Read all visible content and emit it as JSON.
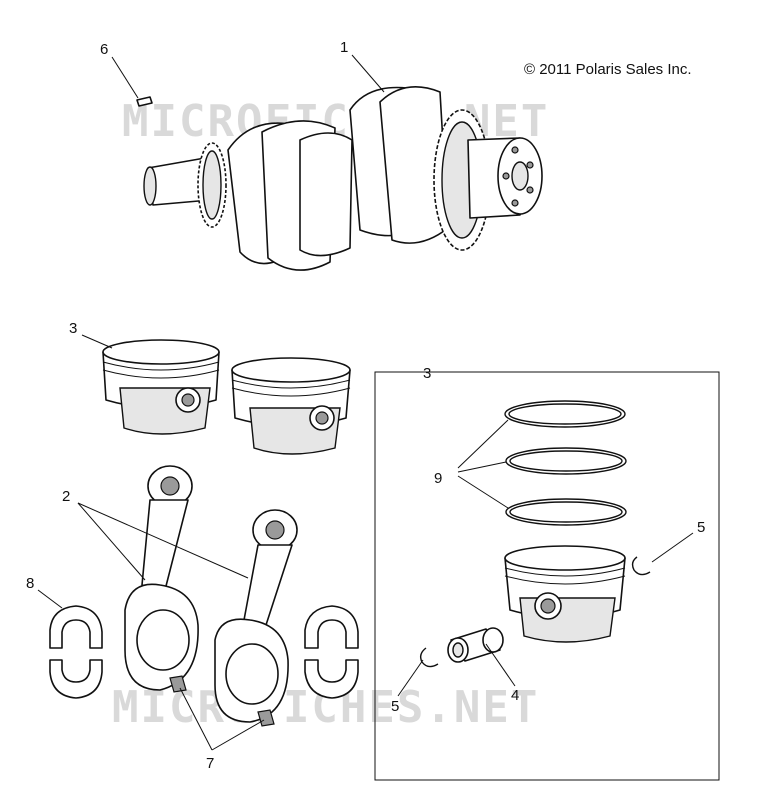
{
  "copyright": "© 2011 Polaris Sales Inc.",
  "watermarks": [
    "MICROFICHES.NET",
    "MICROFICHES.NET"
  ],
  "callouts": [
    {
      "id": "crankshaft",
      "text": "1"
    },
    {
      "id": "key",
      "text": "6"
    },
    {
      "id": "piston-pair",
      "text": "3"
    },
    {
      "id": "piston-kit",
      "text": "3"
    },
    {
      "id": "rings",
      "text": "9"
    },
    {
      "id": "circlip-right",
      "text": "5"
    },
    {
      "id": "conrods",
      "text": "2"
    },
    {
      "id": "bearing",
      "text": "8"
    },
    {
      "id": "circlip-left",
      "text": "5"
    },
    {
      "id": "pin",
      "text": "4"
    },
    {
      "id": "bolts",
      "text": "7"
    }
  ]
}
